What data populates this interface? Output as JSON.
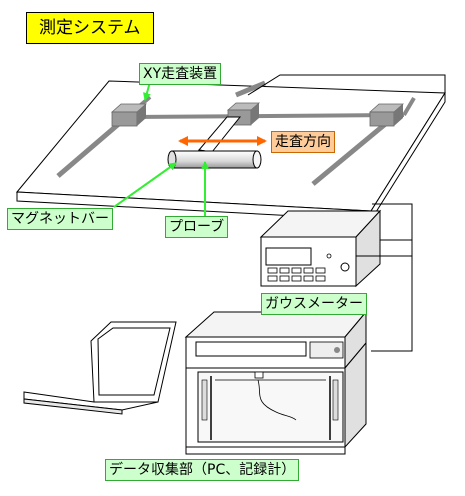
{
  "title": "測定システム",
  "labels": {
    "xy_stage": "XY走査装置",
    "scan_direction": "走査方向",
    "magnet_bar": "マグネットバー",
    "probe": "プローブ",
    "gaussmeter": "ガウスメーター",
    "data_collection": "データ収集部（PC、記録計）"
  },
  "colors": {
    "title_bg": "#ffff00",
    "label_bg": "#ccffcc",
    "arrow_green": "#33ee33",
    "arrow_orange": "#ff6600"
  }
}
